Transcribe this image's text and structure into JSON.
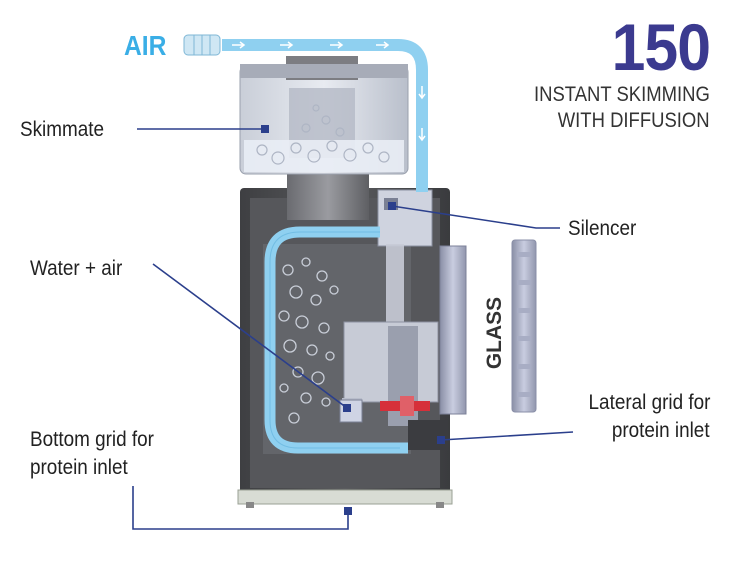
{
  "air_label": "AIR",
  "header": {
    "model_number": "150",
    "tagline_line1": "INSTANT SKIMMING",
    "tagline_line2": "WITH DIFFUSION"
  },
  "labels": {
    "skimmate": "Skimmate",
    "silencer": "Silencer",
    "water_air": "Water + air",
    "glass": "GLASS",
    "lateral_grid_line1": "Lateral grid for",
    "lateral_grid_line2": "protein inlet",
    "bottom_grid_line1": "Bottom grid for",
    "bottom_grid_line2": "protein inlet"
  },
  "colors": {
    "accent_blue": "#3aaee6",
    "title_purple": "#3b3a8f",
    "body_dark": "#4a4b4d",
    "leader_line": "#2b3f8c",
    "valve_red": "#d6303a"
  }
}
